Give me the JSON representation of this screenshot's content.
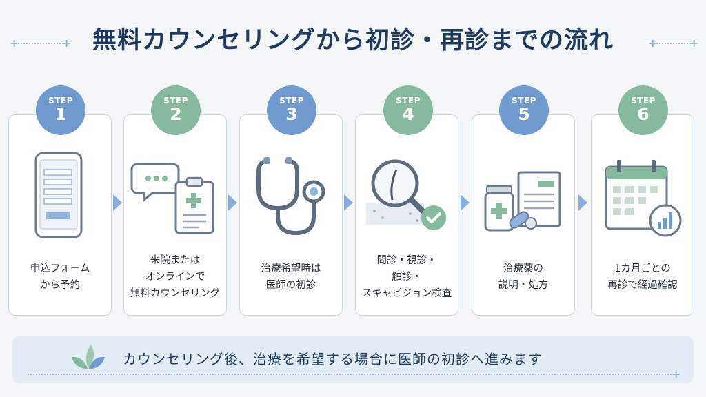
{
  "title": "無料カウンセリングから初診・再診までの流れ",
  "steps": [
    {
      "label": "STEP",
      "number": "1",
      "color": "blue",
      "icon": "smartphone-form-icon",
      "caption": [
        "申込フォーム",
        "から予約"
      ]
    },
    {
      "label": "STEP",
      "number": "2",
      "color": "green",
      "icon": "chat-clipboard-icon",
      "caption": [
        "来院または",
        "オンラインで",
        "無料カウンセリング"
      ]
    },
    {
      "label": "STEP",
      "number": "3",
      "color": "blue",
      "icon": "stethoscope-icon",
      "caption": [
        "治療希望時は",
        "医師の初診"
      ]
    },
    {
      "label": "STEP",
      "number": "4",
      "color": "green",
      "icon": "magnifier-skin-check-icon",
      "caption": [
        "問診・視診・",
        "触診・",
        "スキャビジョン検査"
      ]
    },
    {
      "label": "STEP",
      "number": "5",
      "color": "blue",
      "icon": "medicine-document-icon",
      "caption": [
        "治療薬の",
        "説明・処方"
      ]
    },
    {
      "label": "STEP",
      "number": "6",
      "color": "green",
      "icon": "calendar-chart-icon",
      "caption": [
        "1カ月ごとの",
        "再診で経過確認"
      ]
    }
  ],
  "banner": {
    "text": "カウンセリング後、治療を希望する場合に医師の初診へ進みます",
    "icon": "leaf-icon"
  },
  "colors": {
    "title": "#1f3a5f",
    "blue": "#6f9bcf",
    "green": "#86ba9e",
    "border": "#c5d8e8",
    "arrow": "#86aee0"
  }
}
